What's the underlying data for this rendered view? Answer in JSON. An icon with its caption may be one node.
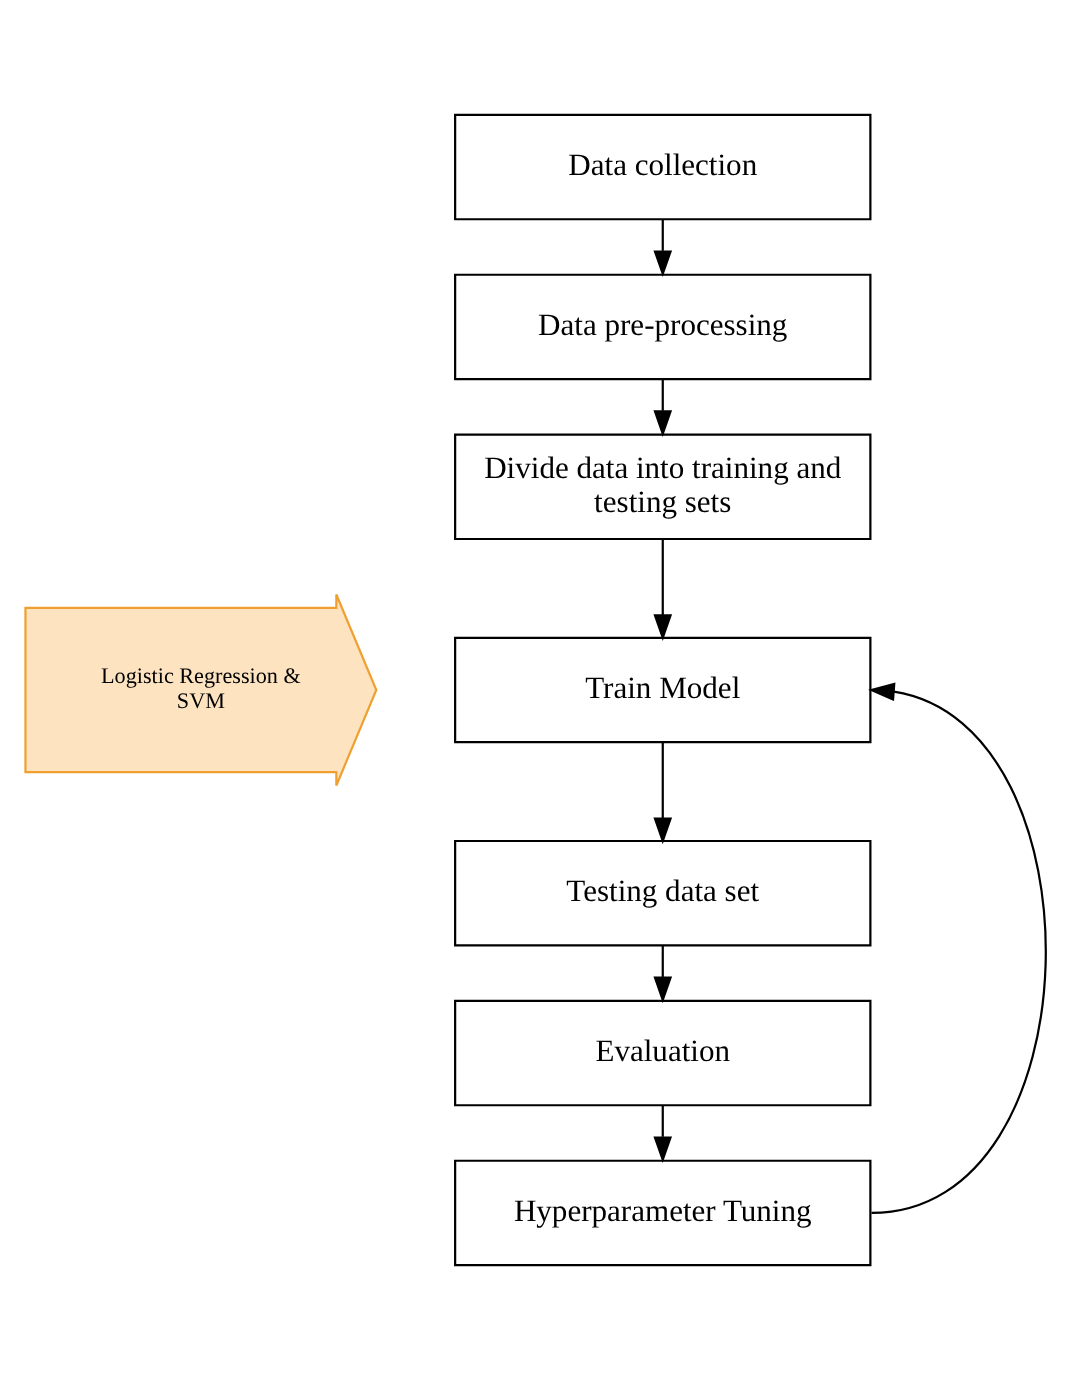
{
  "diagram": {
    "nodes": [
      {
        "text": [
          "Data collection"
        ]
      },
      {
        "text": [
          "Data pre-processing"
        ]
      },
      {
        "text": [
          "Divide data into training and testing sets"
        ]
      },
      {
        "text": [
          "Train Model"
        ]
      },
      {
        "text": [
          "Testing data set"
        ]
      },
      {
        "text": [
          "Evaluation"
        ]
      },
      {
        "text": [
          "Hyperparameter Tuning"
        ]
      },
      {
        "text": [
          "Logistic Regression & SVM"
        ]
      }
    ],
    "edges": [
      {
        "from": 0,
        "to": 1,
        "arrow": "to"
      },
      {
        "from": 1,
        "to": 2,
        "arrow": "to"
      },
      {
        "from": 2,
        "to": 3,
        "arrow": "to"
      },
      {
        "from": 3,
        "to": 4,
        "arrow": "to"
      },
      {
        "from": 4,
        "to": 5,
        "arrow": "to"
      },
      {
        "from": 5,
        "to": 6,
        "arrow": "to"
      },
      {
        "from": 6,
        "to": 3,
        "arrow": "to"
      }
    ]
  }
}
